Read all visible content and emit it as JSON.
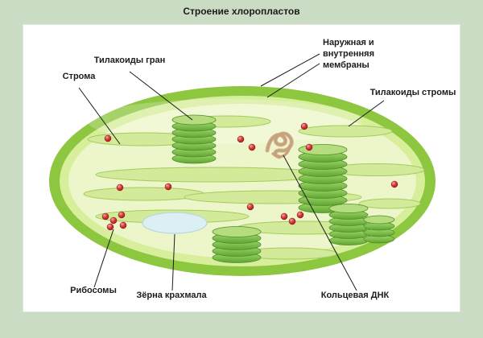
{
  "title": "Строение хлоропластов",
  "labels": {
    "grana_thylakoids": "Тилакоиды гран",
    "stroma": "Строма",
    "membranes": "Наружная и внутренняя мембраны",
    "stroma_thylakoids": "Тилакоиды стромы",
    "ribosomes": "Рибосомы",
    "starch_grains": "Зёрна крахмала",
    "circular_dna": "Кольцевая ДНК"
  },
  "colors": {
    "page_background": "#cadcc3",
    "panel_background": "#ffffff",
    "membrane_outer_green": "#8dc63f",
    "membrane_inner_light": "#d7ee9b",
    "stroma_fill": "#edf6ca",
    "thylakoid_green": "#6fb33c",
    "ribosome_red": "#c1272d",
    "dna_tan": "#c9a17c",
    "starch_pale_blue": "#dceff4",
    "label_text": "#1c1c1c"
  }
}
